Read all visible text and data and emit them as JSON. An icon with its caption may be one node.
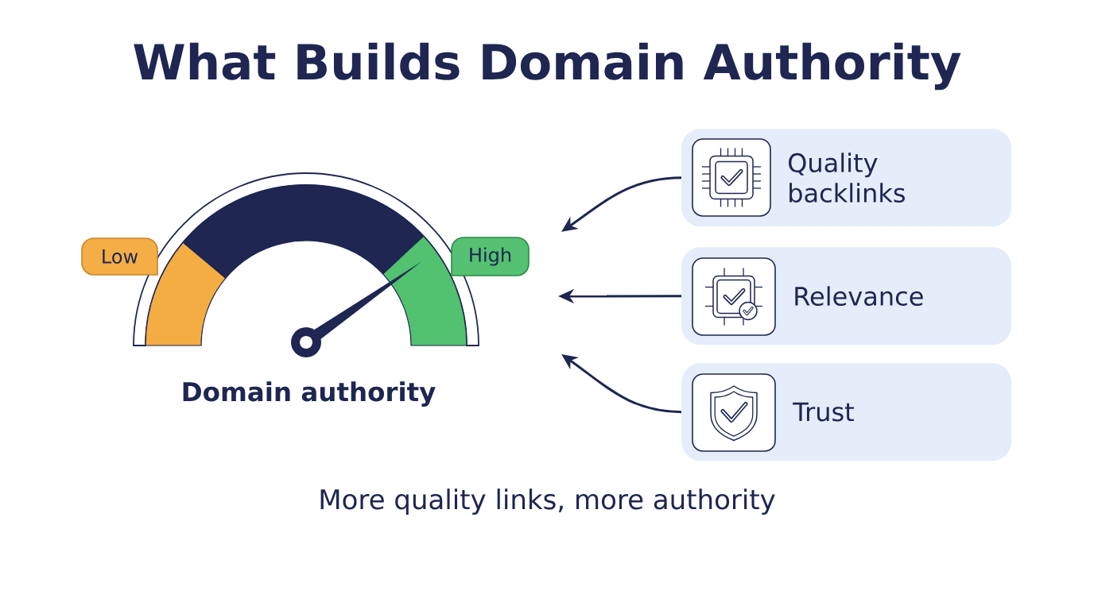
{
  "diagram": {
    "title": "What Builds Domain Authority",
    "nodes": [
      {
        "text": [
          "Low"
        ]
      },
      {
        "text": [
          "High"
        ]
      },
      {
        "text": [
          "Quality backlinks"
        ]
      },
      {
        "text": [
          "Relevance"
        ]
      },
      {
        "text": [
          "Trust"
        ]
      }
    ],
    "edges": [
      {
        "from": 2,
        "to": null,
        "arrow": "to"
      },
      {
        "from": 3,
        "to": null,
        "arrow": "to"
      },
      {
        "from": 4,
        "to": null,
        "arrow": "to"
      }
    ],
    "labels": [
      "Domain authority",
      "More quality links, more authority"
    ]
  }
}
